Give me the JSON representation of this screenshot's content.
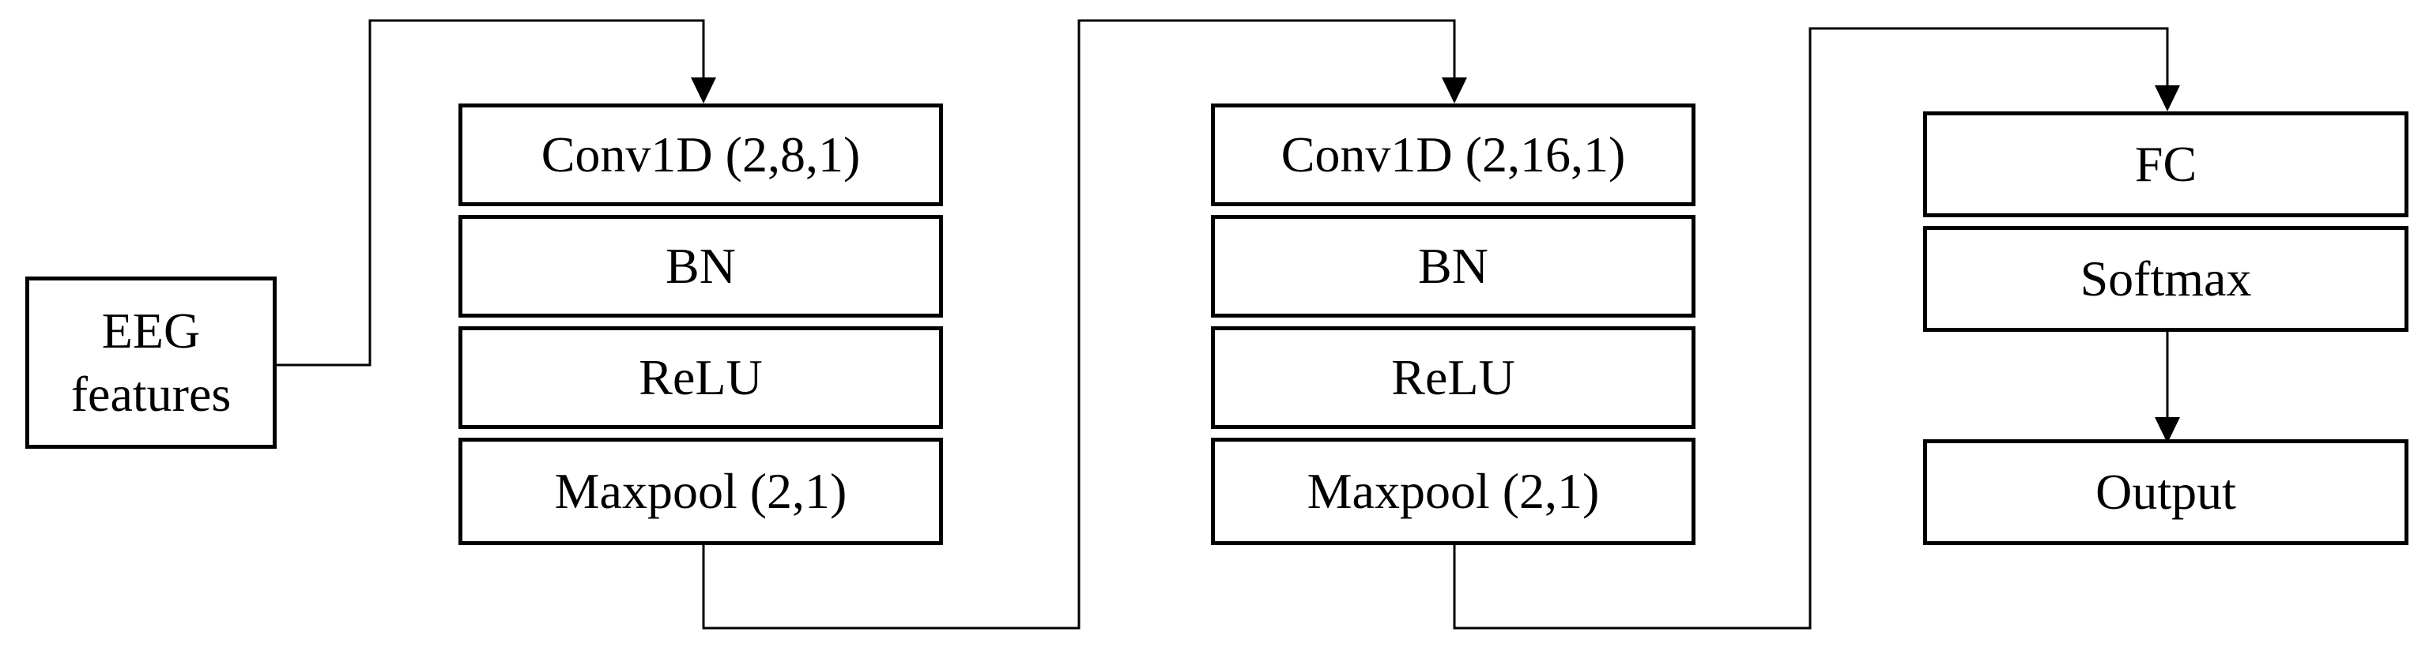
{
  "input": {
    "line1": "EEG",
    "line2": "features"
  },
  "block1": {
    "layers": [
      "Conv1D (2,8,1)",
      "BN",
      "ReLU",
      "Maxpool (2,1)"
    ]
  },
  "block2": {
    "layers": [
      "Conv1D (2,16,1)",
      "BN",
      "ReLU",
      "Maxpool (2,1)"
    ]
  },
  "block3": {
    "layers": [
      "FC",
      "Softmax"
    ]
  },
  "output": {
    "label": "Output"
  },
  "colors": {
    "stroke": "#000000",
    "background": "#ffffff"
  }
}
